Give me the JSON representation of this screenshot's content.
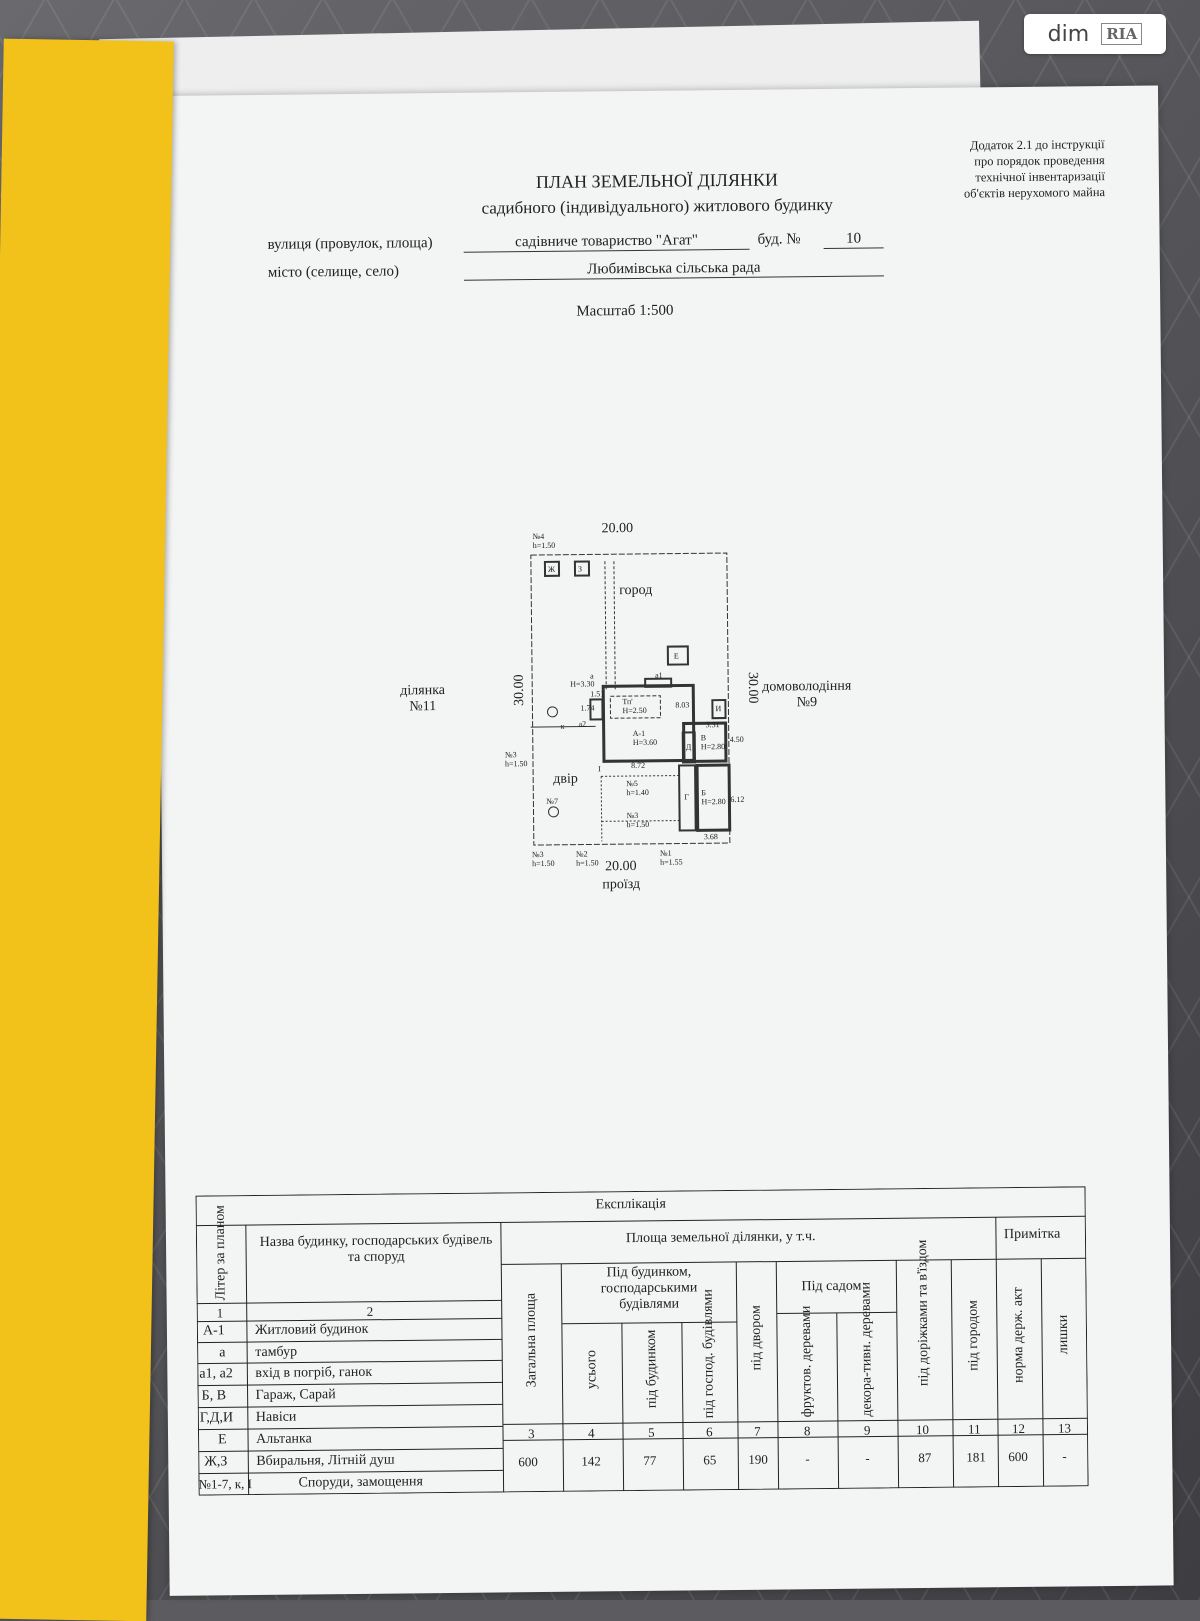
{
  "watermark": {
    "brand_dim": "dim",
    "brand_ria": "RIA"
  },
  "appendix": [
    "Додаток 2.1 до інструкції",
    "про порядок проведення",
    "технічної інвентаризації",
    "об'єктів нерухомого майна"
  ],
  "header": {
    "title": "ПЛАН ЗЕМЕЛЬНОЇ ДІЛЯНКИ",
    "subtitle": "садибного (індивідуального) житлового будинку",
    "street_label": "вулиця (провулок, площа)",
    "street_value": "садівниче товариство \"Агат\"",
    "building_label": "буд. №",
    "building_value": "10",
    "city_label": "місто (селище, село)",
    "city_value": "Любимівська сільська рада",
    "scale": "Масштаб 1:500"
  },
  "plan": {
    "top_dim": "20.00",
    "bottom_dim": "20.00",
    "left_dim": "30.00",
    "right_dim": "30.00",
    "garden": "город",
    "yard": "двір",
    "left_neighbor": [
      "ділянка",
      "№11"
    ],
    "right_neighbor": [
      "домоволодіння",
      "№9"
    ],
    "bottom_road": "проїзд",
    "house": [
      "А-1",
      "Н=3.60"
    ],
    "tp": [
      "Тп'",
      "Н=2.50"
    ],
    "v_room": [
      "В",
      "Н=2.80"
    ],
    "b_room": [
      "Б",
      "Н=2.80"
    ],
    "g_label": "Г",
    "d_label": "Д",
    "i_label": "И",
    "e_label": "Е",
    "zh_label": "Ж",
    "z_label": "З",
    "a_label": "а",
    "a1_label": "а1",
    "a2_label": "а2",
    "h330": "Н=3.30",
    "fence4": [
      "№4",
      "h=1.50"
    ],
    "fence3_left": [
      "№3",
      "h=1.50"
    ],
    "fence3_bottom": [
      "№3",
      "h=1.50"
    ],
    "fence2": [
      "№2",
      "h=1.50"
    ],
    "fence1": [
      "№1",
      "h=1.55"
    ],
    "fence5": [
      "№5",
      "h=1.40"
    ],
    "fence3_inner": [
      "№3",
      "h=1.50"
    ],
    "n7": "№7",
    "dims_small": [
      "8.72",
      "8.03",
      "3.31",
      "4.50",
      "6.12",
      "3.68",
      "1.51",
      "1.74",
      "I",
      "к"
    ]
  },
  "table": {
    "title": "Експлікація",
    "col_letter": "Літер за планом",
    "col_name": "Назва будинку, господарських будівель та споруд",
    "col_area": "Площа земельної ділянки, у т.ч.",
    "col_note": "Примітка",
    "col_total": "Загальна площа",
    "col_buildings": "Під будинком, господарськими будівлями",
    "col_all": "усього",
    "col_house": "під будинком",
    "col_farm": "під господ. будівлями",
    "col_yard": "під двором",
    "col_garden": "Під садом",
    "col_fruit": "фруктов. деревами",
    "col_decor": "декора-тивн. деревами",
    "col_roads": "під доріжками та в'їздом",
    "col_veg": "під городом",
    "col_norm": "норма держ. акт",
    "col_extra": "лишки",
    "col_numbers": [
      "1",
      "2",
      "3",
      "4",
      "5",
      "6",
      "7",
      "8",
      "9",
      "10",
      "11",
      "12",
      "13"
    ],
    "rows": [
      {
        "letter": "А-1",
        "name": "Житловий будинок"
      },
      {
        "letter": "а",
        "name": "тамбур"
      },
      {
        "letter": "а1, а2",
        "name": "вхід в погріб, ганок"
      },
      {
        "letter": "Б, В",
        "name": "Гараж, Сарай"
      },
      {
        "letter": "Г,Д,И",
        "name": "Навіси"
      },
      {
        "letter": "Е",
        "name": "Альтанка"
      },
      {
        "letter": "Ж,З",
        "name": "Вбиральня, Літній душ"
      },
      {
        "letter": "№1-7, к, І",
        "name": "Споруди, замощення"
      }
    ],
    "values": [
      "600",
      "142",
      "77",
      "65",
      "190",
      "-",
      "-",
      "87",
      "181",
      "600",
      "-"
    ]
  }
}
